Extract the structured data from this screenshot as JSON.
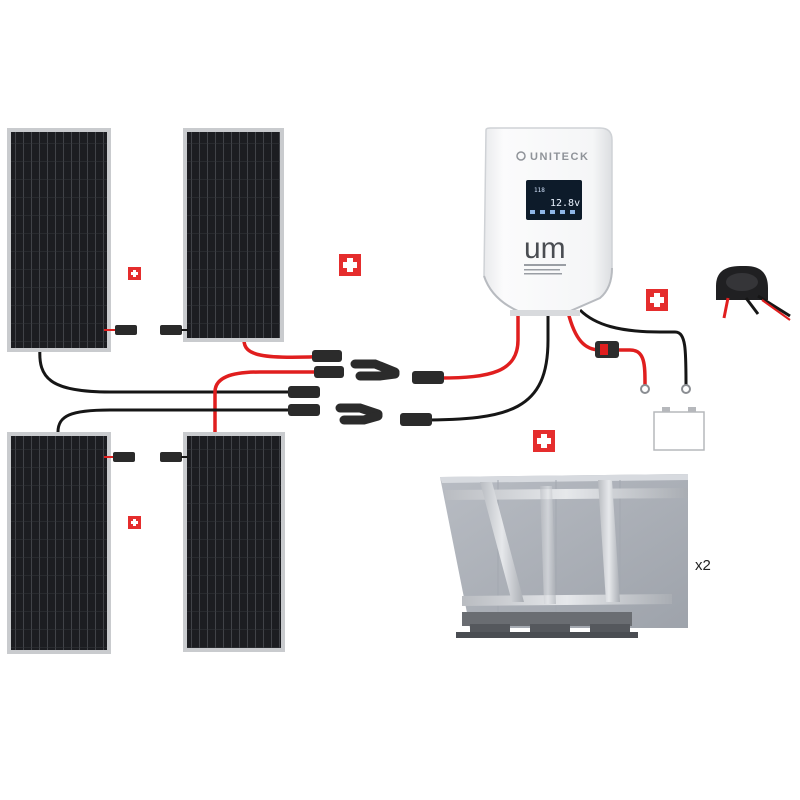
{
  "controller": {
    "brand": "UNITECK",
    "logo": "um",
    "display": {
      "top": "118",
      "main": "12.8v"
    }
  },
  "quantity": "x2",
  "icons": {
    "plus": "plus-badge-icon",
    "battery": "battery-icon",
    "grommet": "cable-entry-gland-icon",
    "mount": "tilt-mount-bracket-icon"
  },
  "colors": {
    "accent": "#e52d2d",
    "cable_positive": "#e01e1e",
    "cable_negative": "#161616",
    "panel_cell": "#1c1d21",
    "panel_frame": "#c9cbce",
    "controller_body": "#f4f5f6",
    "lcd": "#0d1b2a"
  }
}
